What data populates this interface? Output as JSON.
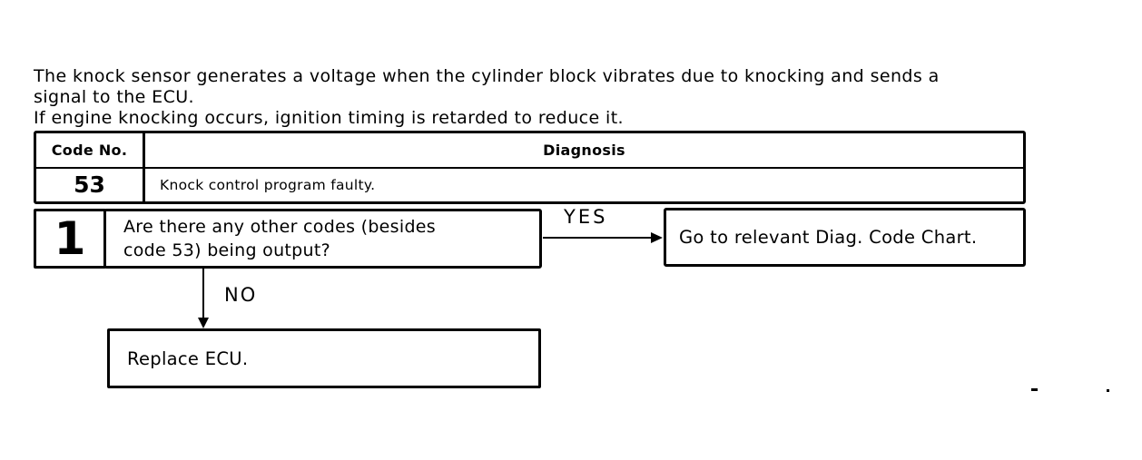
{
  "colors": {
    "ink": "#000000",
    "paper": "#ffffff"
  },
  "intro": {
    "lines": [
      "The knock sensor generates a voltage when the cylinder block vibrates due to knocking and sends a",
      "signal to the ECU.",
      "If engine knocking occurs, ignition timing is retarded to reduce it."
    ]
  },
  "table": {
    "headers": {
      "code": "Code No.",
      "diagnosis": "Diagnosis"
    },
    "rows": [
      {
        "code": "53",
        "diagnosis": "Knock control program faulty."
      }
    ]
  },
  "flowchart": {
    "steps": [
      {
        "number": "1",
        "question_line1": "Are there any other codes (besides",
        "question_line2": "code 53) being output?",
        "yes_label": "YES",
        "no_label": "NO",
        "yes_target": "Go to relevant Diag. Code Chart.",
        "no_target": "Replace ECU."
      }
    ]
  }
}
